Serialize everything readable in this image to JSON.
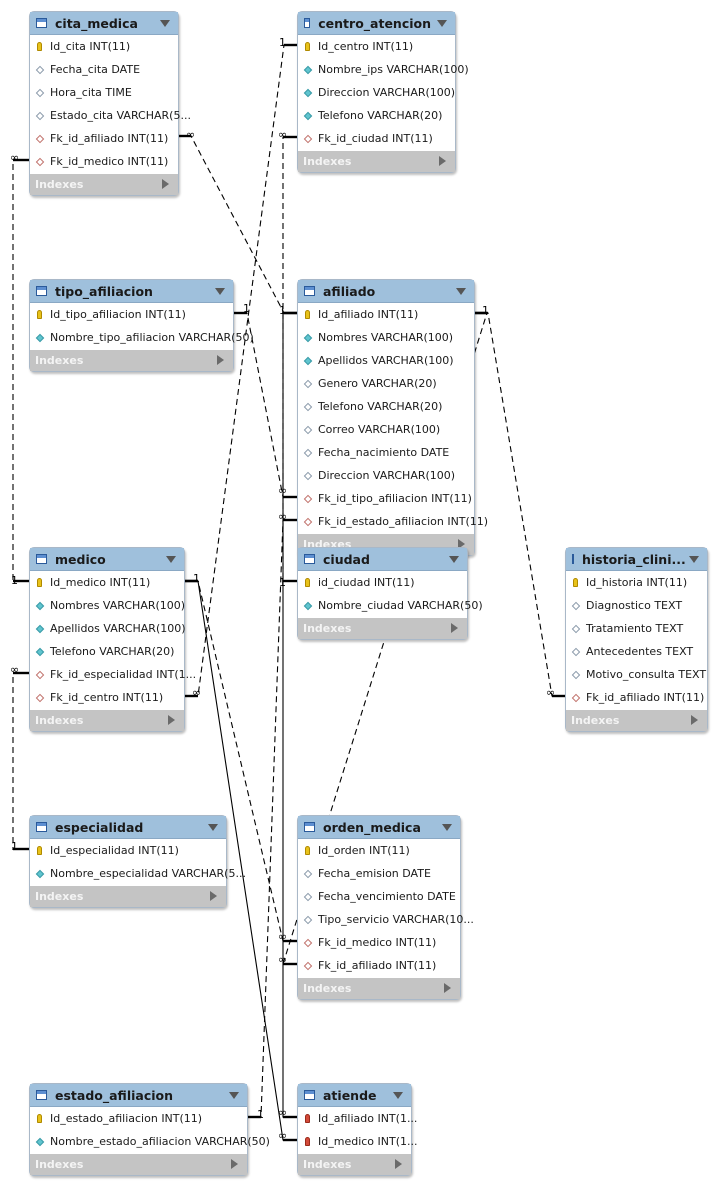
{
  "diagram": {
    "index_label": "Indexes",
    "tables": [
      {
        "id": "cita_medica",
        "name": "cita_medica",
        "columns": [
          {
            "text": "Id_cita INT(11)",
            "icon": "primary-key"
          },
          {
            "text": "Fecha_cita DATE",
            "icon": "nullable"
          },
          {
            "text": "Hora_cita TIME",
            "icon": "nullable"
          },
          {
            "text": "Estado_cita VARCHAR(5...",
            "icon": "nullable"
          },
          {
            "text": "Fk_id_afiliado INT(11)",
            "icon": "foreign-key"
          },
          {
            "text": "Fk_id_medico INT(11)",
            "icon": "foreign-key"
          }
        ]
      },
      {
        "id": "centro_atencion",
        "name": "centro_atencion",
        "columns": [
          {
            "text": "Id_centro INT(11)",
            "icon": "primary-key"
          },
          {
            "text": "Nombre_ips VARCHAR(100)",
            "icon": "not-null"
          },
          {
            "text": "Direccion VARCHAR(100)",
            "icon": "not-null"
          },
          {
            "text": "Telefono VARCHAR(20)",
            "icon": "not-null"
          },
          {
            "text": "Fk_id_ciudad INT(11)",
            "icon": "foreign-key"
          }
        ]
      },
      {
        "id": "tipo_afiliacion",
        "name": "tipo_afiliacion",
        "columns": [
          {
            "text": "Id_tipo_afiliacion INT(11)",
            "icon": "primary-key"
          },
          {
            "text": "Nombre_tipo_afiliacion VARCHAR(50)",
            "icon": "not-null"
          }
        ]
      },
      {
        "id": "afiliado",
        "name": "afiliado",
        "columns": [
          {
            "text": "Id_afiliado INT(11)",
            "icon": "primary-key"
          },
          {
            "text": "Nombres VARCHAR(100)",
            "icon": "not-null"
          },
          {
            "text": "Apellidos VARCHAR(100)",
            "icon": "not-null"
          },
          {
            "text": "Genero VARCHAR(20)",
            "icon": "nullable"
          },
          {
            "text": "Telefono VARCHAR(20)",
            "icon": "nullable"
          },
          {
            "text": "Correo VARCHAR(100)",
            "icon": "nullable"
          },
          {
            "text": "Fecha_nacimiento DATE",
            "icon": "nullable"
          },
          {
            "text": "Direccion VARCHAR(100)",
            "icon": "nullable"
          },
          {
            "text": "Fk_id_tipo_afiliacion INT(11)",
            "icon": "foreign-key"
          },
          {
            "text": "Fk_id_estado_afiliacion INT(11)",
            "icon": "foreign-key"
          }
        ]
      },
      {
        "id": "medico",
        "name": "medico",
        "columns": [
          {
            "text": "Id_medico INT(11)",
            "icon": "primary-key"
          },
          {
            "text": "Nombres VARCHAR(100)",
            "icon": "not-null"
          },
          {
            "text": "Apellidos VARCHAR(100)",
            "icon": "not-null"
          },
          {
            "text": "Telefono VARCHAR(20)",
            "icon": "not-null"
          },
          {
            "text": "Fk_id_especialidad INT(1...",
            "icon": "foreign-key"
          },
          {
            "text": "Fk_id_centro INT(11)",
            "icon": "foreign-key"
          }
        ]
      },
      {
        "id": "ciudad",
        "name": "ciudad",
        "columns": [
          {
            "text": "id_ciudad INT(11)",
            "icon": "primary-key"
          },
          {
            "text": "Nombre_ciudad VARCHAR(50)",
            "icon": "not-null"
          }
        ]
      },
      {
        "id": "historia_clinica",
        "name": "historia_clini...",
        "columns": [
          {
            "text": "Id_historia INT(11)",
            "icon": "primary-key"
          },
          {
            "text": "Diagnostico TEXT",
            "icon": "nullable"
          },
          {
            "text": "Tratamiento TEXT",
            "icon": "nullable"
          },
          {
            "text": "Antecedentes TEXT",
            "icon": "nullable"
          },
          {
            "text": "Motivo_consulta TEXT",
            "icon": "nullable"
          },
          {
            "text": "Fk_id_afiliado INT(11)",
            "icon": "foreign-key"
          }
        ]
      },
      {
        "id": "especialidad",
        "name": "especialidad",
        "columns": [
          {
            "text": "Id_especialidad INT(11)",
            "icon": "primary-key"
          },
          {
            "text": "Nombre_especialidad VARCHAR(5...",
            "icon": "not-null"
          }
        ]
      },
      {
        "id": "orden_medica",
        "name": "orden_medica",
        "columns": [
          {
            "text": "Id_orden INT(11)",
            "icon": "primary-key"
          },
          {
            "text": "Fecha_emision DATE",
            "icon": "nullable"
          },
          {
            "text": "Fecha_vencimiento DATE",
            "icon": "nullable"
          },
          {
            "text": "Tipo_servicio VARCHAR(10...",
            "icon": "nullable"
          },
          {
            "text": "Fk_id_medico INT(11)",
            "icon": "foreign-key"
          },
          {
            "text": "Fk_id_afiliado INT(11)",
            "icon": "foreign-key"
          }
        ]
      },
      {
        "id": "estado_afiliacion",
        "name": "estado_afiliacion",
        "columns": [
          {
            "text": "Id_estado_afiliacion INT(11)",
            "icon": "primary-key"
          },
          {
            "text": "Nombre_estado_afiliacion VARCHAR(50)",
            "icon": "not-null"
          }
        ]
      },
      {
        "id": "atiende",
        "name": "atiende",
        "columns": [
          {
            "text": "Id_afiliado INT(1...",
            "icon": "primary-key-fk"
          },
          {
            "text": "Id_medico INT(1...",
            "icon": "primary-key-fk"
          }
        ]
      }
    ],
    "relationships": [
      {
        "from": "cita_medica",
        "to": "afiliado",
        "style": "dashed",
        "one": "1",
        "many": "∞"
      },
      {
        "from": "cita_medica",
        "to": "medico",
        "style": "dashed",
        "one": "1",
        "many": "∞"
      },
      {
        "from": "centro_atencion",
        "to": "medico",
        "style": "dashed",
        "one": "1",
        "many": "∞"
      },
      {
        "from": "centro_atencion",
        "to": "ciudad",
        "style": "dashed",
        "one": "1",
        "many": "∞"
      },
      {
        "from": "afiliado",
        "to": "tipo_afiliacion",
        "style": "dashed",
        "one": "1",
        "many": "∞"
      },
      {
        "from": "afiliado",
        "to": "estado_afiliacion",
        "style": "dashed",
        "one": "1",
        "many": "∞"
      },
      {
        "from": "historia_clinica",
        "to": "afiliado",
        "style": "dashed",
        "one": "1",
        "many": "∞"
      },
      {
        "from": "medico",
        "to": "especialidad",
        "style": "dashed",
        "one": "1",
        "many": "∞"
      },
      {
        "from": "orden_medica",
        "to": "medico",
        "style": "dashed",
        "one": "1",
        "many": "∞"
      },
      {
        "from": "orden_medica",
        "to": "afiliado",
        "style": "dashed",
        "one": "1",
        "many": "∞"
      },
      {
        "from": "atiende",
        "to": "afiliado",
        "style": "solid",
        "one": "1",
        "many": "∞"
      },
      {
        "from": "atiende",
        "to": "medico",
        "style": "solid",
        "one": "1",
        "many": "∞"
      }
    ],
    "colors": {
      "header": "#9fc0dc",
      "indexes_bar": "#c4c4c4",
      "primary_key": "#e8c21a",
      "not_null": "#5fc4cf",
      "connector": "#000000"
    }
  }
}
